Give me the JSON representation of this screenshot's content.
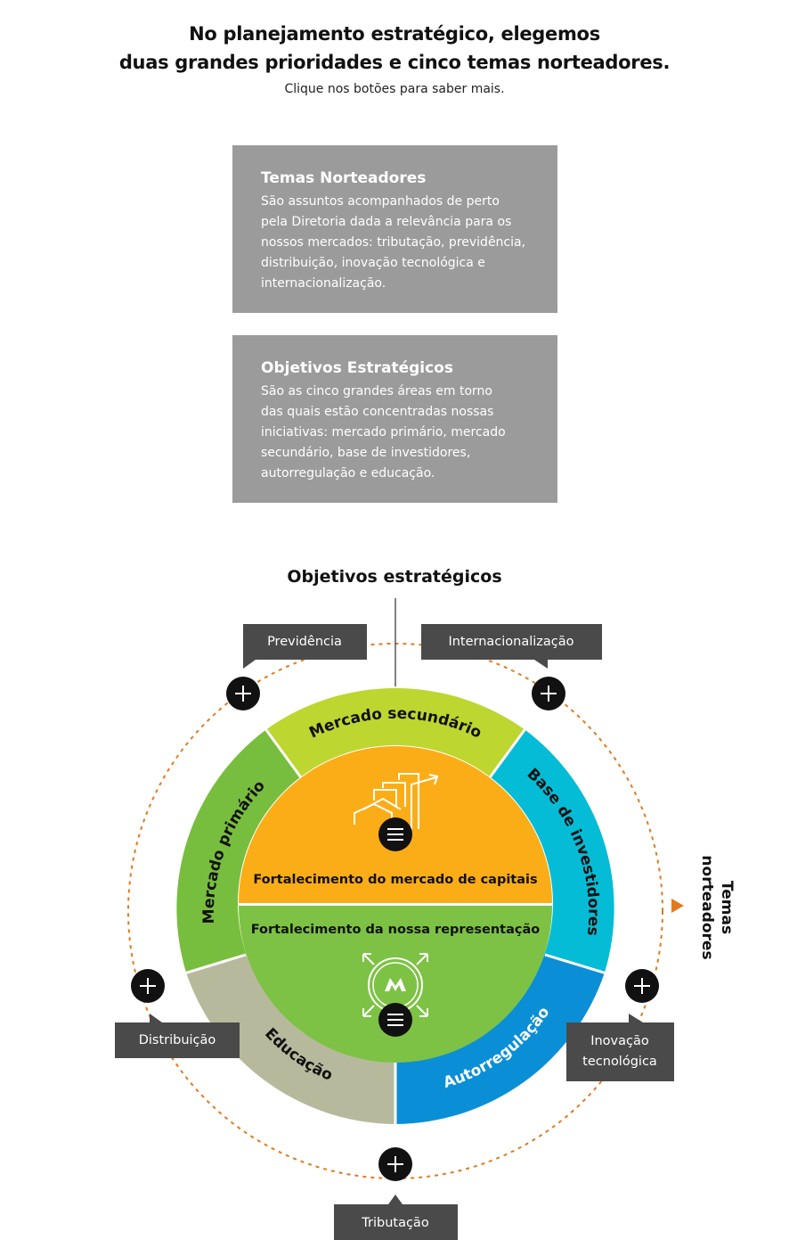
{
  "header": {
    "title_line1": "No planejamento estratégico, elegemos",
    "title_line2": "duas grandes prioridades e cinco temas norteadores.",
    "subtitle": "Clique nos botões para saber mais."
  },
  "info_boxes": [
    {
      "title": "Temas Norteadores",
      "lines": [
        "São assuntos acompanhados de perto",
        "pela Diretoria dada a relevância para os",
        "nossos mercados: tributação, previdência,",
        "distribuição, inovação tecnológica e",
        "internacionalização."
      ]
    },
    {
      "title": "Objetivos Estratégicos",
      "lines": [
        "São as cinco grandes áreas em torno",
        "das quais estão concentradas nossas",
        "iniciativas: mercado primário, mercado",
        "secundário, base de investidores,",
        "autorregulação e educação."
      ]
    }
  ],
  "diagram": {
    "section_title": "Objetivos estratégicos",
    "side_label_line1": "Temas",
    "side_label_line2": "norteadores",
    "segments": [
      {
        "label": "Mercado secundário",
        "color": "#bed630"
      },
      {
        "label": "Base de investidores",
        "color": "#05bcd6"
      },
      {
        "label": "Autorregulação",
        "color": "#0a8fd6"
      },
      {
        "label": "Educação",
        "color": "#b7b99c"
      },
      {
        "label": "Mercado primário",
        "color": "#78be3e"
      }
    ],
    "center_top_label": "Fortalecimento do mercado de capitais",
    "center_bottom_label": "Fortalecimento da nossa representação",
    "center_top_color": "#fbad18",
    "center_bottom_color": "#7dc244",
    "themes": [
      {
        "label": "Previdência"
      },
      {
        "label": "Internacionalização"
      },
      {
        "label": "Distribuição"
      },
      {
        "label_line1": "Inovação",
        "label_line2": "tecnológica"
      },
      {
        "label": "Tributação"
      }
    ],
    "accent_color": "#e07b1f",
    "tag_color": "#4a4a4a"
  }
}
